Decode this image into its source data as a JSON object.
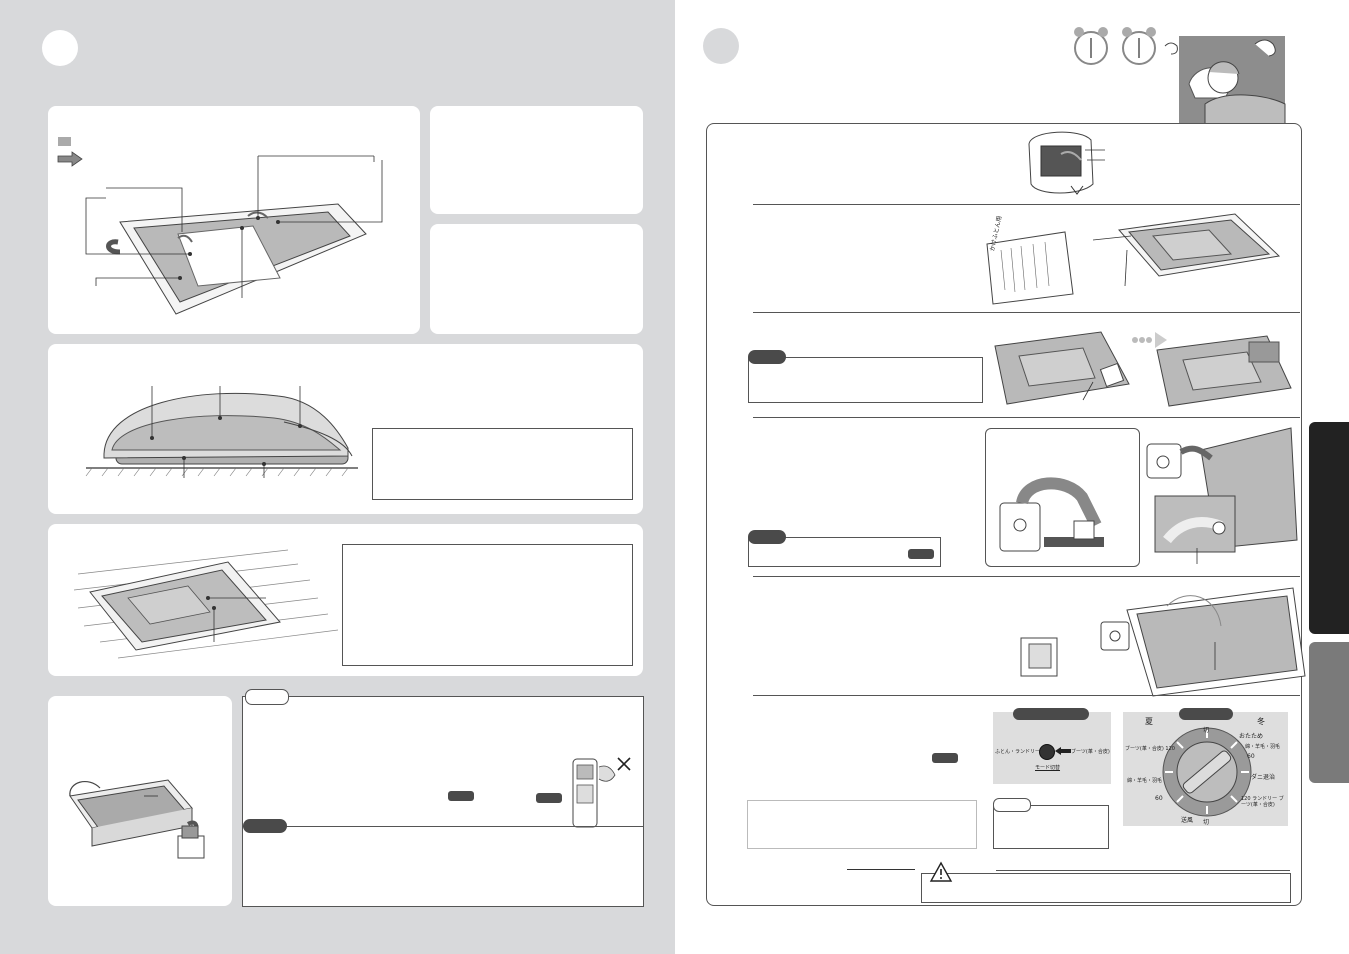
{
  "colors": {
    "left_background": "#d8d9db",
    "panel": "#ffffff",
    "dark_tab": "#222222",
    "gray_tab": "#7a7a7a",
    "chip": "#4a4a4a",
    "figure_fill": "#9a9a9a"
  },
  "icons": {
    "arrow": "right-arrow-icon",
    "clocks": "alarm-clock-icon",
    "warning": "warning-triangle-icon",
    "cross": "x-mark-icon"
  },
  "dial_panel": {
    "left_header": "",
    "right_header": "",
    "mode_left_label": "ふとん・ランドリー",
    "mode_right_label": "ブーツ(革・合皮)",
    "mode_switch_label": "モード切替"
  },
  "dial": {
    "summer_label": "夏",
    "winter_label": "冬",
    "off_top": "切",
    "off_bottom": "切",
    "warm_label": "おたため",
    "boots_120": "ブーツ(革・合皮) 120",
    "silk_wool_feather_top": "綿・羊毛・羽毛",
    "sixty_right": "60",
    "mite_label": "ダニ退治",
    "silk_wool_feather_left": "綿・羊毛・羽毛",
    "sixty_left": "60",
    "laundry_boots_120": "120 ランドリー ブーツ(革・合皮)",
    "blow_label": "送風"
  },
  "bag_label": "かけふとん用"
}
